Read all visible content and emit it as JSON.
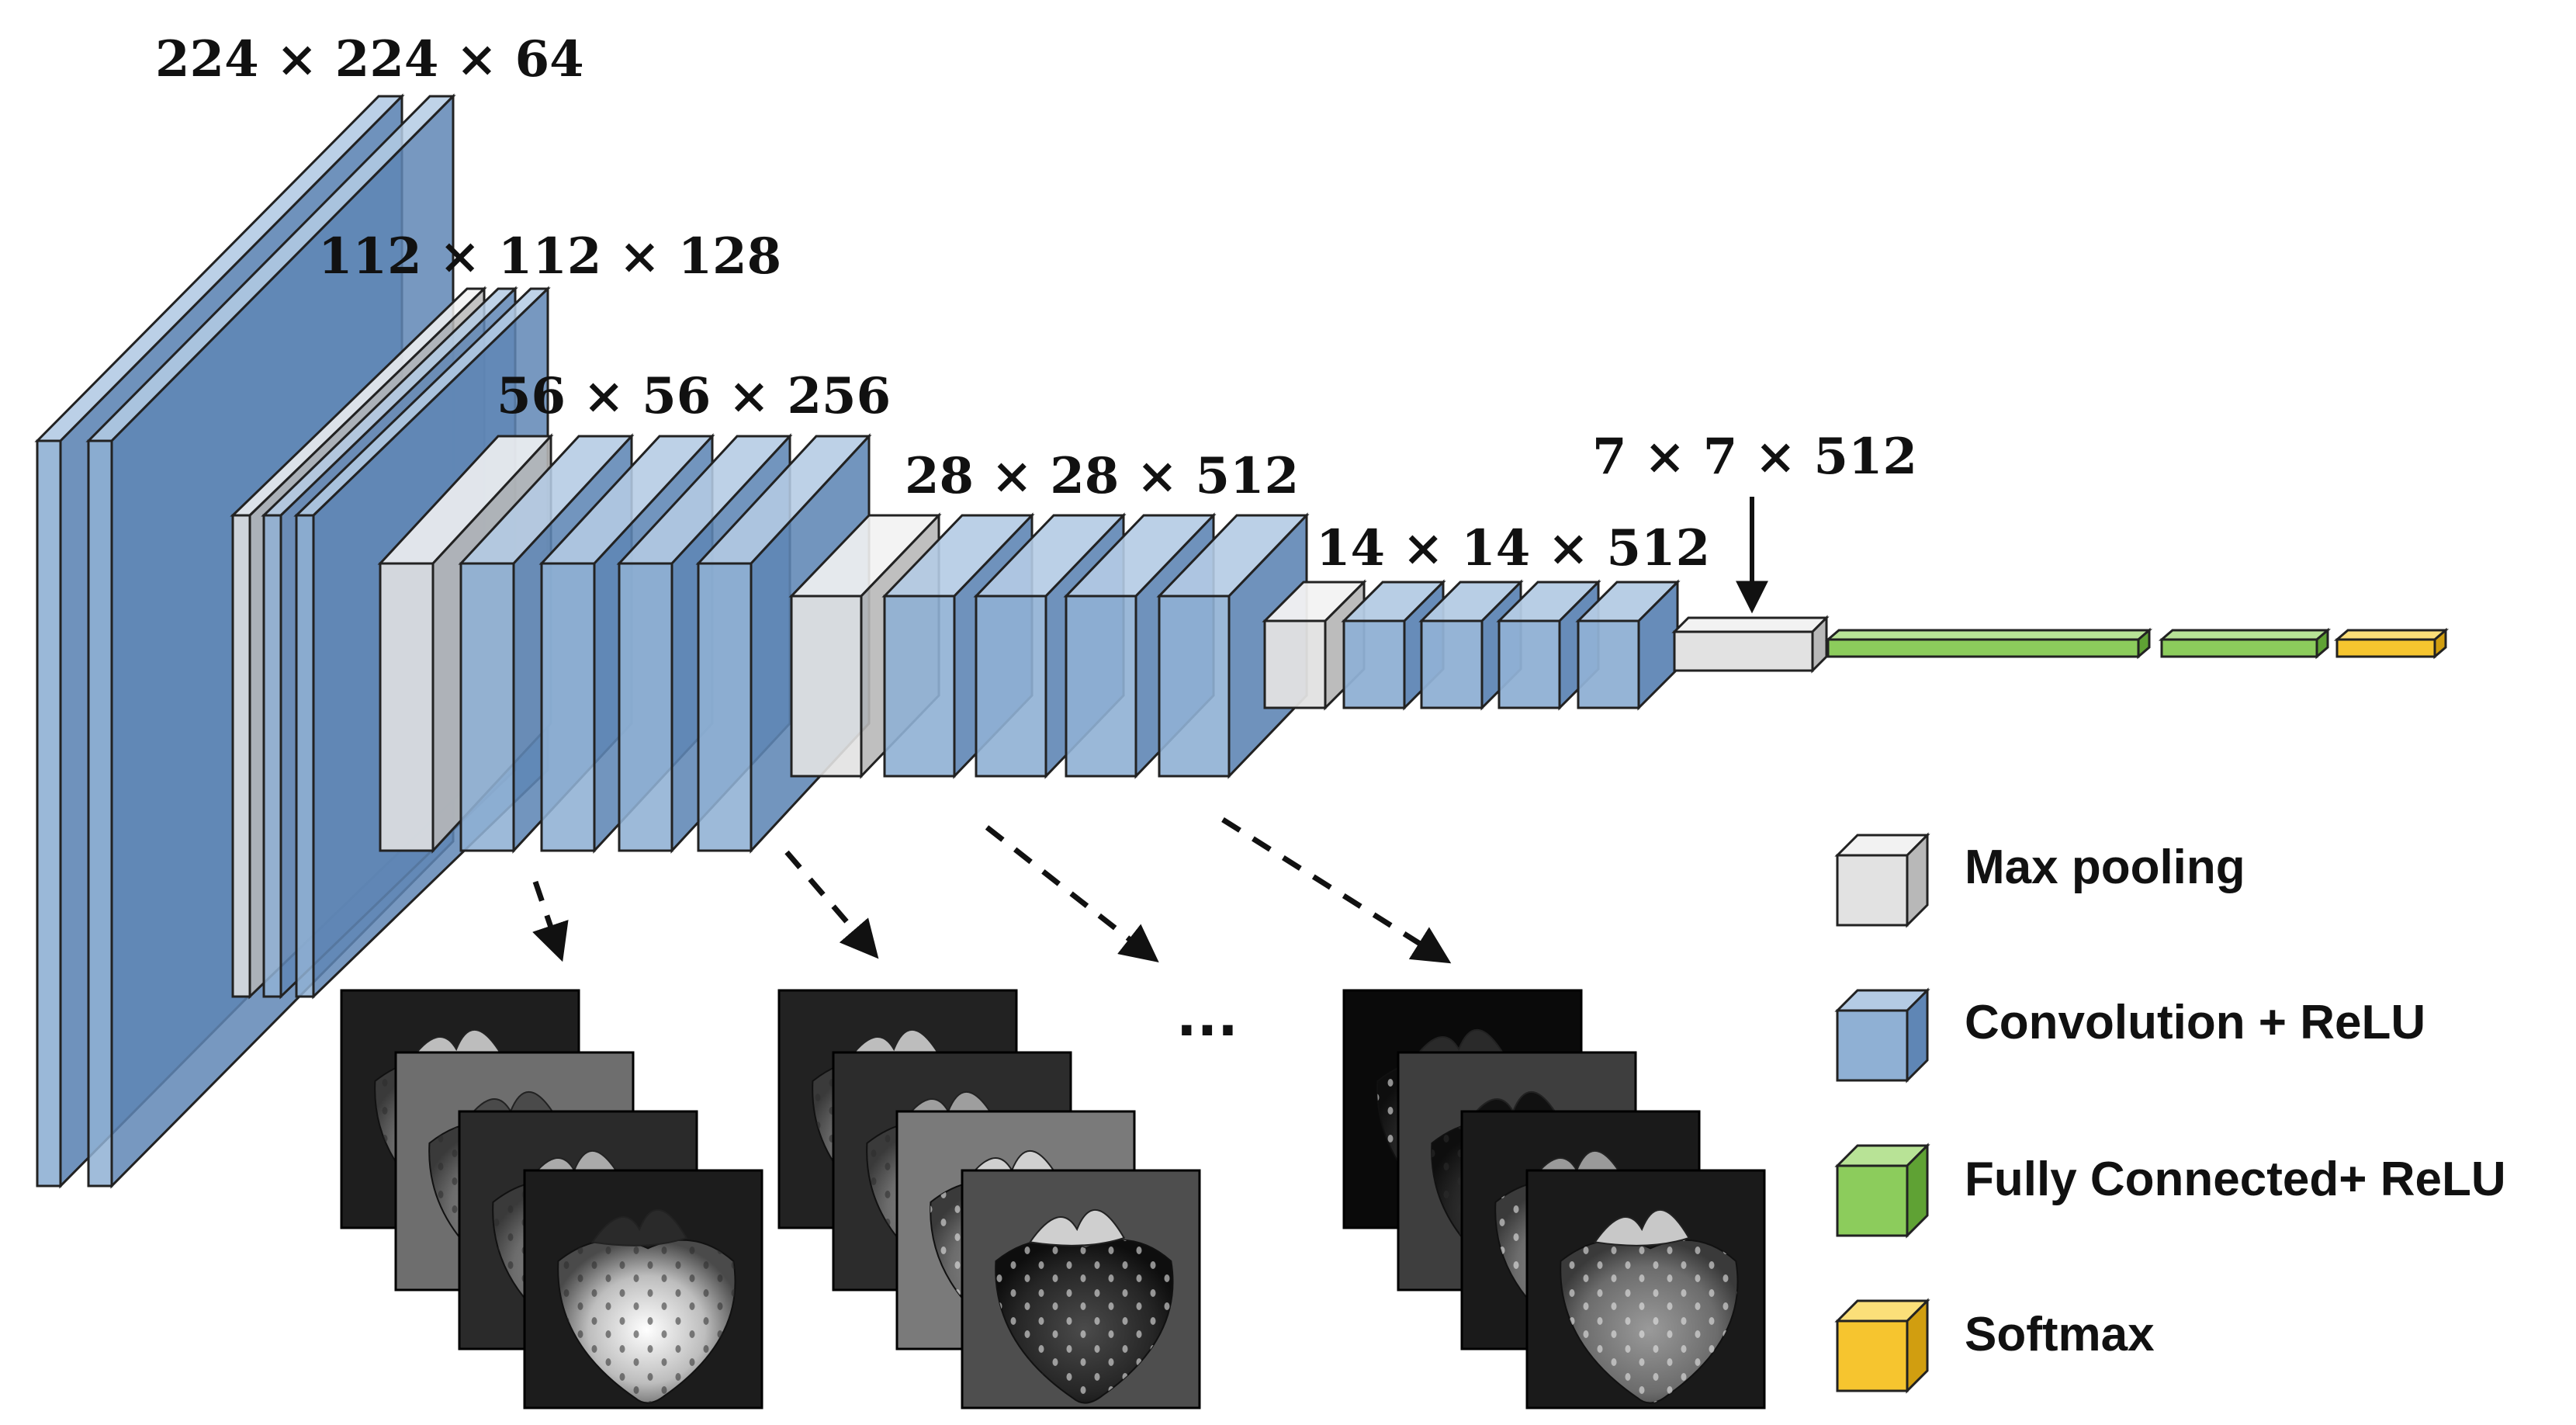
{
  "dimension_labels": [
    "224 × 224 × 64",
    "112 × 112 × 128",
    "56 × 56 × 256",
    "28 × 28 × 512",
    "14 × 14 × 512",
    "7 × 7 × 512"
  ],
  "ellipsis": "···",
  "legend": [
    {
      "label": "Max pooling",
      "kind": "pool"
    },
    {
      "label": "Convolution + ReLU",
      "kind": "conv"
    },
    {
      "label": "Fully Connected+ ReLU",
      "kind": "fc"
    },
    {
      "label": "Softmax",
      "kind": "softmax"
    }
  ],
  "colors": {
    "conv_front": "#8fb0d4",
    "conv_side": "#5f86b5",
    "conv_top": "#b4cbe4",
    "pool_front": "#e2e2e2",
    "pool_side": "#b8b8b8",
    "pool_top": "#f2f2f2",
    "fc_front": "#8ccc5c",
    "fc_side": "#5fa234",
    "fc_top": "#b8e396",
    "softmax_front": "#f6c52f",
    "softmax_side": "#d19e10",
    "softmax_top": "#fbdf79",
    "stroke": "#222222"
  }
}
